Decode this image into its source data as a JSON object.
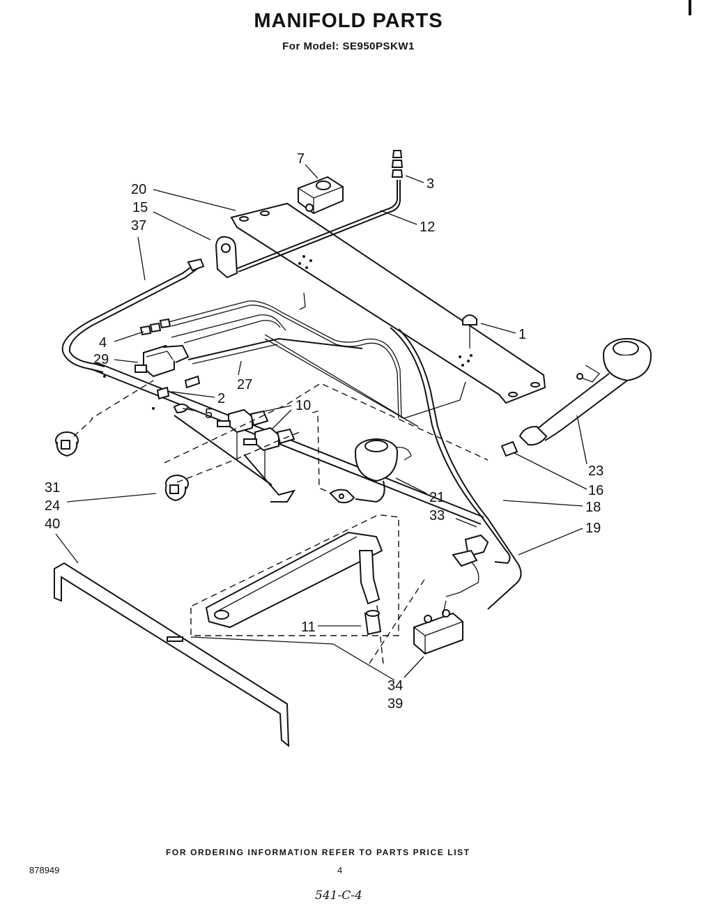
{
  "header": {
    "title": "MANIFOLD PARTS",
    "subtitle": "For Model: SE950PSKW1"
  },
  "callouts": {
    "c1": "1",
    "c2": "2",
    "c3": "3",
    "c4": "4",
    "c5": "5",
    "c7": "7",
    "c10": "10",
    "c11": "11",
    "c12": "12",
    "c15": "15",
    "c16": "16",
    "c18": "18",
    "c19": "19",
    "c20": "20",
    "c21": "21",
    "c23": "23",
    "c24": "24",
    "c27": "27",
    "c29": "29",
    "c31": "31",
    "c33": "33",
    "c34": "34",
    "c37": "37",
    "c39": "39",
    "c40": "40"
  },
  "footer": {
    "ordering_note": "FOR ORDERING INFORMATION REFER TO PARTS PRICE LIST",
    "document_number": "878949",
    "page_number": "4",
    "handwritten_note": "541-C-4"
  }
}
